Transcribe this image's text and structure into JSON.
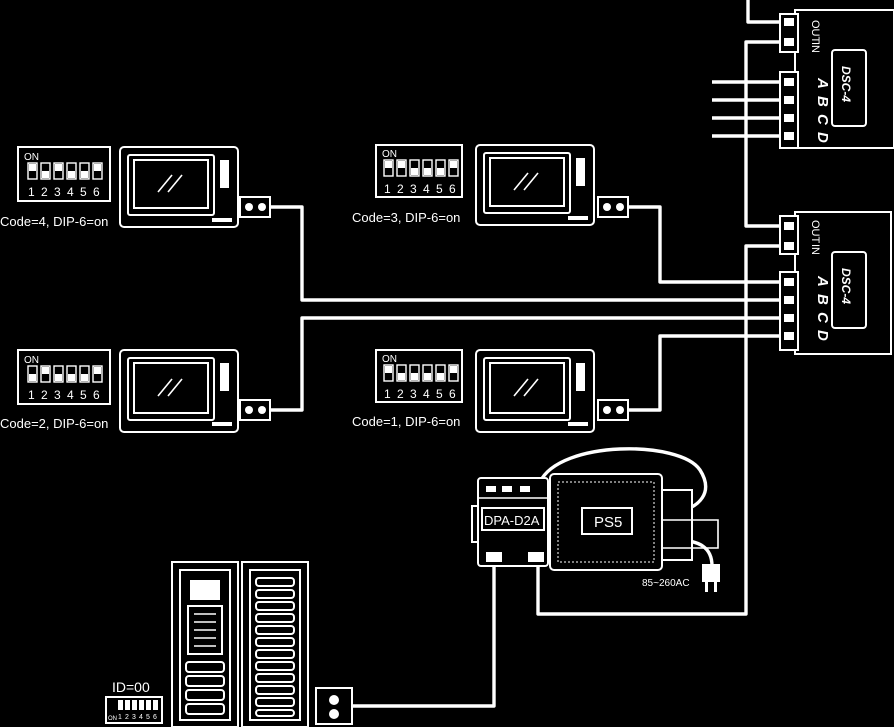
{
  "monitors": [
    {
      "id": "m4",
      "label": "Code=4, DIP-6=on",
      "dip_on": "ON",
      "dip_numbers": [
        "1",
        "2",
        "3",
        "4",
        "5",
        "6"
      ]
    },
    {
      "id": "m3",
      "label": "Code=3, DIP-6=on",
      "dip_on": "ON",
      "dip_numbers": [
        "1",
        "2",
        "3",
        "4",
        "5",
        "6"
      ]
    },
    {
      "id": "m2",
      "label": "Code=2, DIP-6=on",
      "dip_on": "ON",
      "dip_numbers": [
        "1",
        "2",
        "3",
        "4",
        "5",
        "6"
      ]
    },
    {
      "id": "m1",
      "label": "Code=1, DIP-6=on",
      "dip_on": "ON",
      "dip_numbers": [
        "1",
        "2",
        "3",
        "4",
        "5",
        "6"
      ]
    }
  ],
  "distributors": [
    {
      "name": "DSC-4",
      "out_label": "OUT",
      "in_label": "IN",
      "ports": [
        "A",
        "B",
        "C",
        "D"
      ]
    },
    {
      "name": "DSC-4",
      "out_label": "OUT",
      "in_label": "IN",
      "ports": [
        "A",
        "B",
        "C",
        "D"
      ]
    }
  ],
  "power": {
    "adapter": "DPA-D2A",
    "supply": "PS5",
    "input": "85~260AC"
  },
  "door_station": {
    "id_label": "ID=00",
    "dip_on": "ON",
    "dip_numbers": [
      "1",
      "2",
      "3",
      "4",
      "5",
      "6"
    ]
  }
}
